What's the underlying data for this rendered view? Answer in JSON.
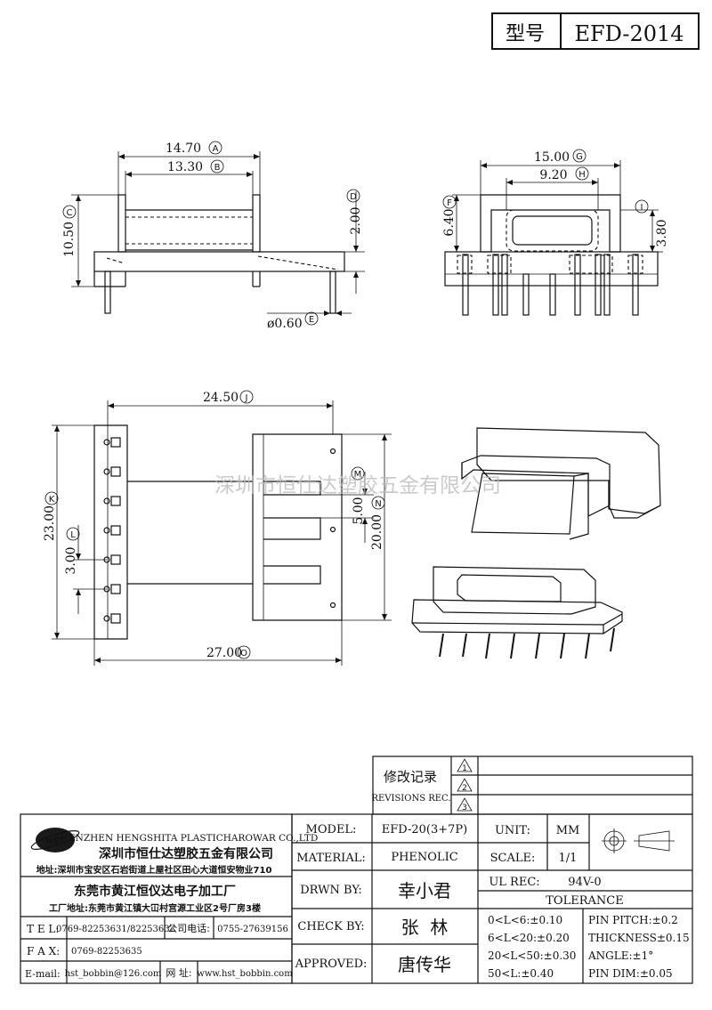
{
  "title_block": {
    "type_label": "型号",
    "part_number": "EFD-2014"
  },
  "dimensions": {
    "A": {
      "value": "14.70",
      "tag": "A"
    },
    "B": {
      "value": "13.30",
      "tag": "B"
    },
    "C": {
      "value": "10.50",
      "tag": "C"
    },
    "D": {
      "value": "2.00",
      "tag": "D"
    },
    "E": {
      "value": "ø0.60",
      "tag": "E"
    },
    "F": {
      "value": "6.40",
      "tag": "F"
    },
    "G": {
      "value": "15.00",
      "tag": "G"
    },
    "H": {
      "value": "9.20",
      "tag": "H"
    },
    "I": {
      "value": "3.80",
      "tag": "I"
    },
    "J": {
      "value": "24.50",
      "tag": "J"
    },
    "K": {
      "value": "23.00",
      "tag": "K"
    },
    "L": {
      "value": "3.00",
      "tag": "L"
    },
    "M": {
      "value": "5.00",
      "tag": "M"
    },
    "N": {
      "value": "20.00",
      "tag": "N"
    },
    "O": {
      "value": "27.00",
      "tag": "O"
    }
  },
  "watermark": "深圳市恒仕达塑胶五金有限公司",
  "revisions": {
    "label_cn": "修改记录",
    "label_en": "REVISIONS REC.",
    "rows": [
      "1",
      "2",
      "3"
    ]
  },
  "company": {
    "logo_text": "HST",
    "name_en": "SHENZHEN HENGSHITA PLASTICHAROWAR CO.,LTD",
    "name_cn": "深圳市恒仕达塑胶五金有限公司",
    "address": "地址:深圳市宝安区石岩街道上屋社区田心大道恒安物业710",
    "factory_name": "东莞市黄江恒仪达电子加工厂",
    "factory_address": "工厂地址:东莞市黄江镇大冚村宫源工业区2号厂房3楼",
    "tel_label": "T E L:",
    "tel_value": "0769-82253631/82253632",
    "company_phone_label": "公司电话:",
    "company_phone_value": "0755-27639156",
    "fax_label": "F A X:",
    "fax_value": "0769-82253635",
    "email_label": "E-mail:",
    "email_value": "hst_bobbin@126.com",
    "web_label": "网 址:",
    "web_value": "www.hst_bobbin.com"
  },
  "specs": {
    "model_label": "MODEL:",
    "model_value": "EFD-20(3+7P)",
    "material_label": "MATERIAL:",
    "material_value": "PHENOLIC",
    "drawn_label": "DRWN BY:",
    "drawn_value": "幸小君",
    "check_label": "CHECK BY:",
    "check_value": "张  林",
    "approved_label": "APPROVED:",
    "approved_value": "唐传华",
    "unit_label": "UNIT:",
    "unit_value": "MM",
    "scale_label": "SCALE:",
    "scale_value": "1/1",
    "ul_label": "UL REC:",
    "ul_value": "94V-0",
    "tolerance_label": "TOLERANCE",
    "tol_1": "0<L<6:±0.10",
    "tol_2": "6<L<20:±0.20",
    "tol_3": "20<L<50:±0.30",
    "tol_4": "50<L:±0.40",
    "pin_pitch": "PIN PITCH:±0.2",
    "thickness": "THICKNESS±0.15",
    "angle": "ANGLE:±1°",
    "pin_dim": "PIN DIM:±0.05"
  }
}
